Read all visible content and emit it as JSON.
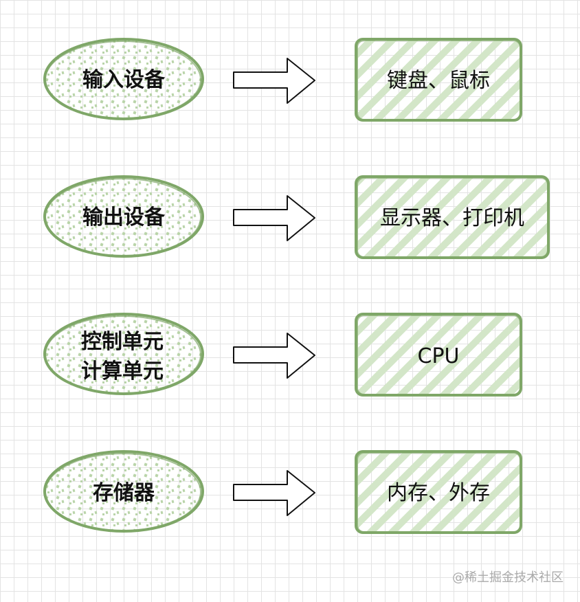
{
  "rows": [
    {
      "left": [
        "输入设备"
      ],
      "right": "键盘、鼠标"
    },
    {
      "left": [
        "输出设备"
      ],
      "right": "显示器、打印机"
    },
    {
      "left": [
        "控制单元",
        "计算单元"
      ],
      "right": "CPU"
    },
    {
      "left": [
        "存储器"
      ],
      "right": "内存、外存"
    }
  ],
  "watermark": "@稀土掘金技术社区",
  "colors": {
    "stroke": "#7fa768",
    "fill_dots": "#b9d4a9",
    "fill_stripes": "#d3e6c8",
    "arrow_stroke": "#111111",
    "text": "#111111"
  }
}
